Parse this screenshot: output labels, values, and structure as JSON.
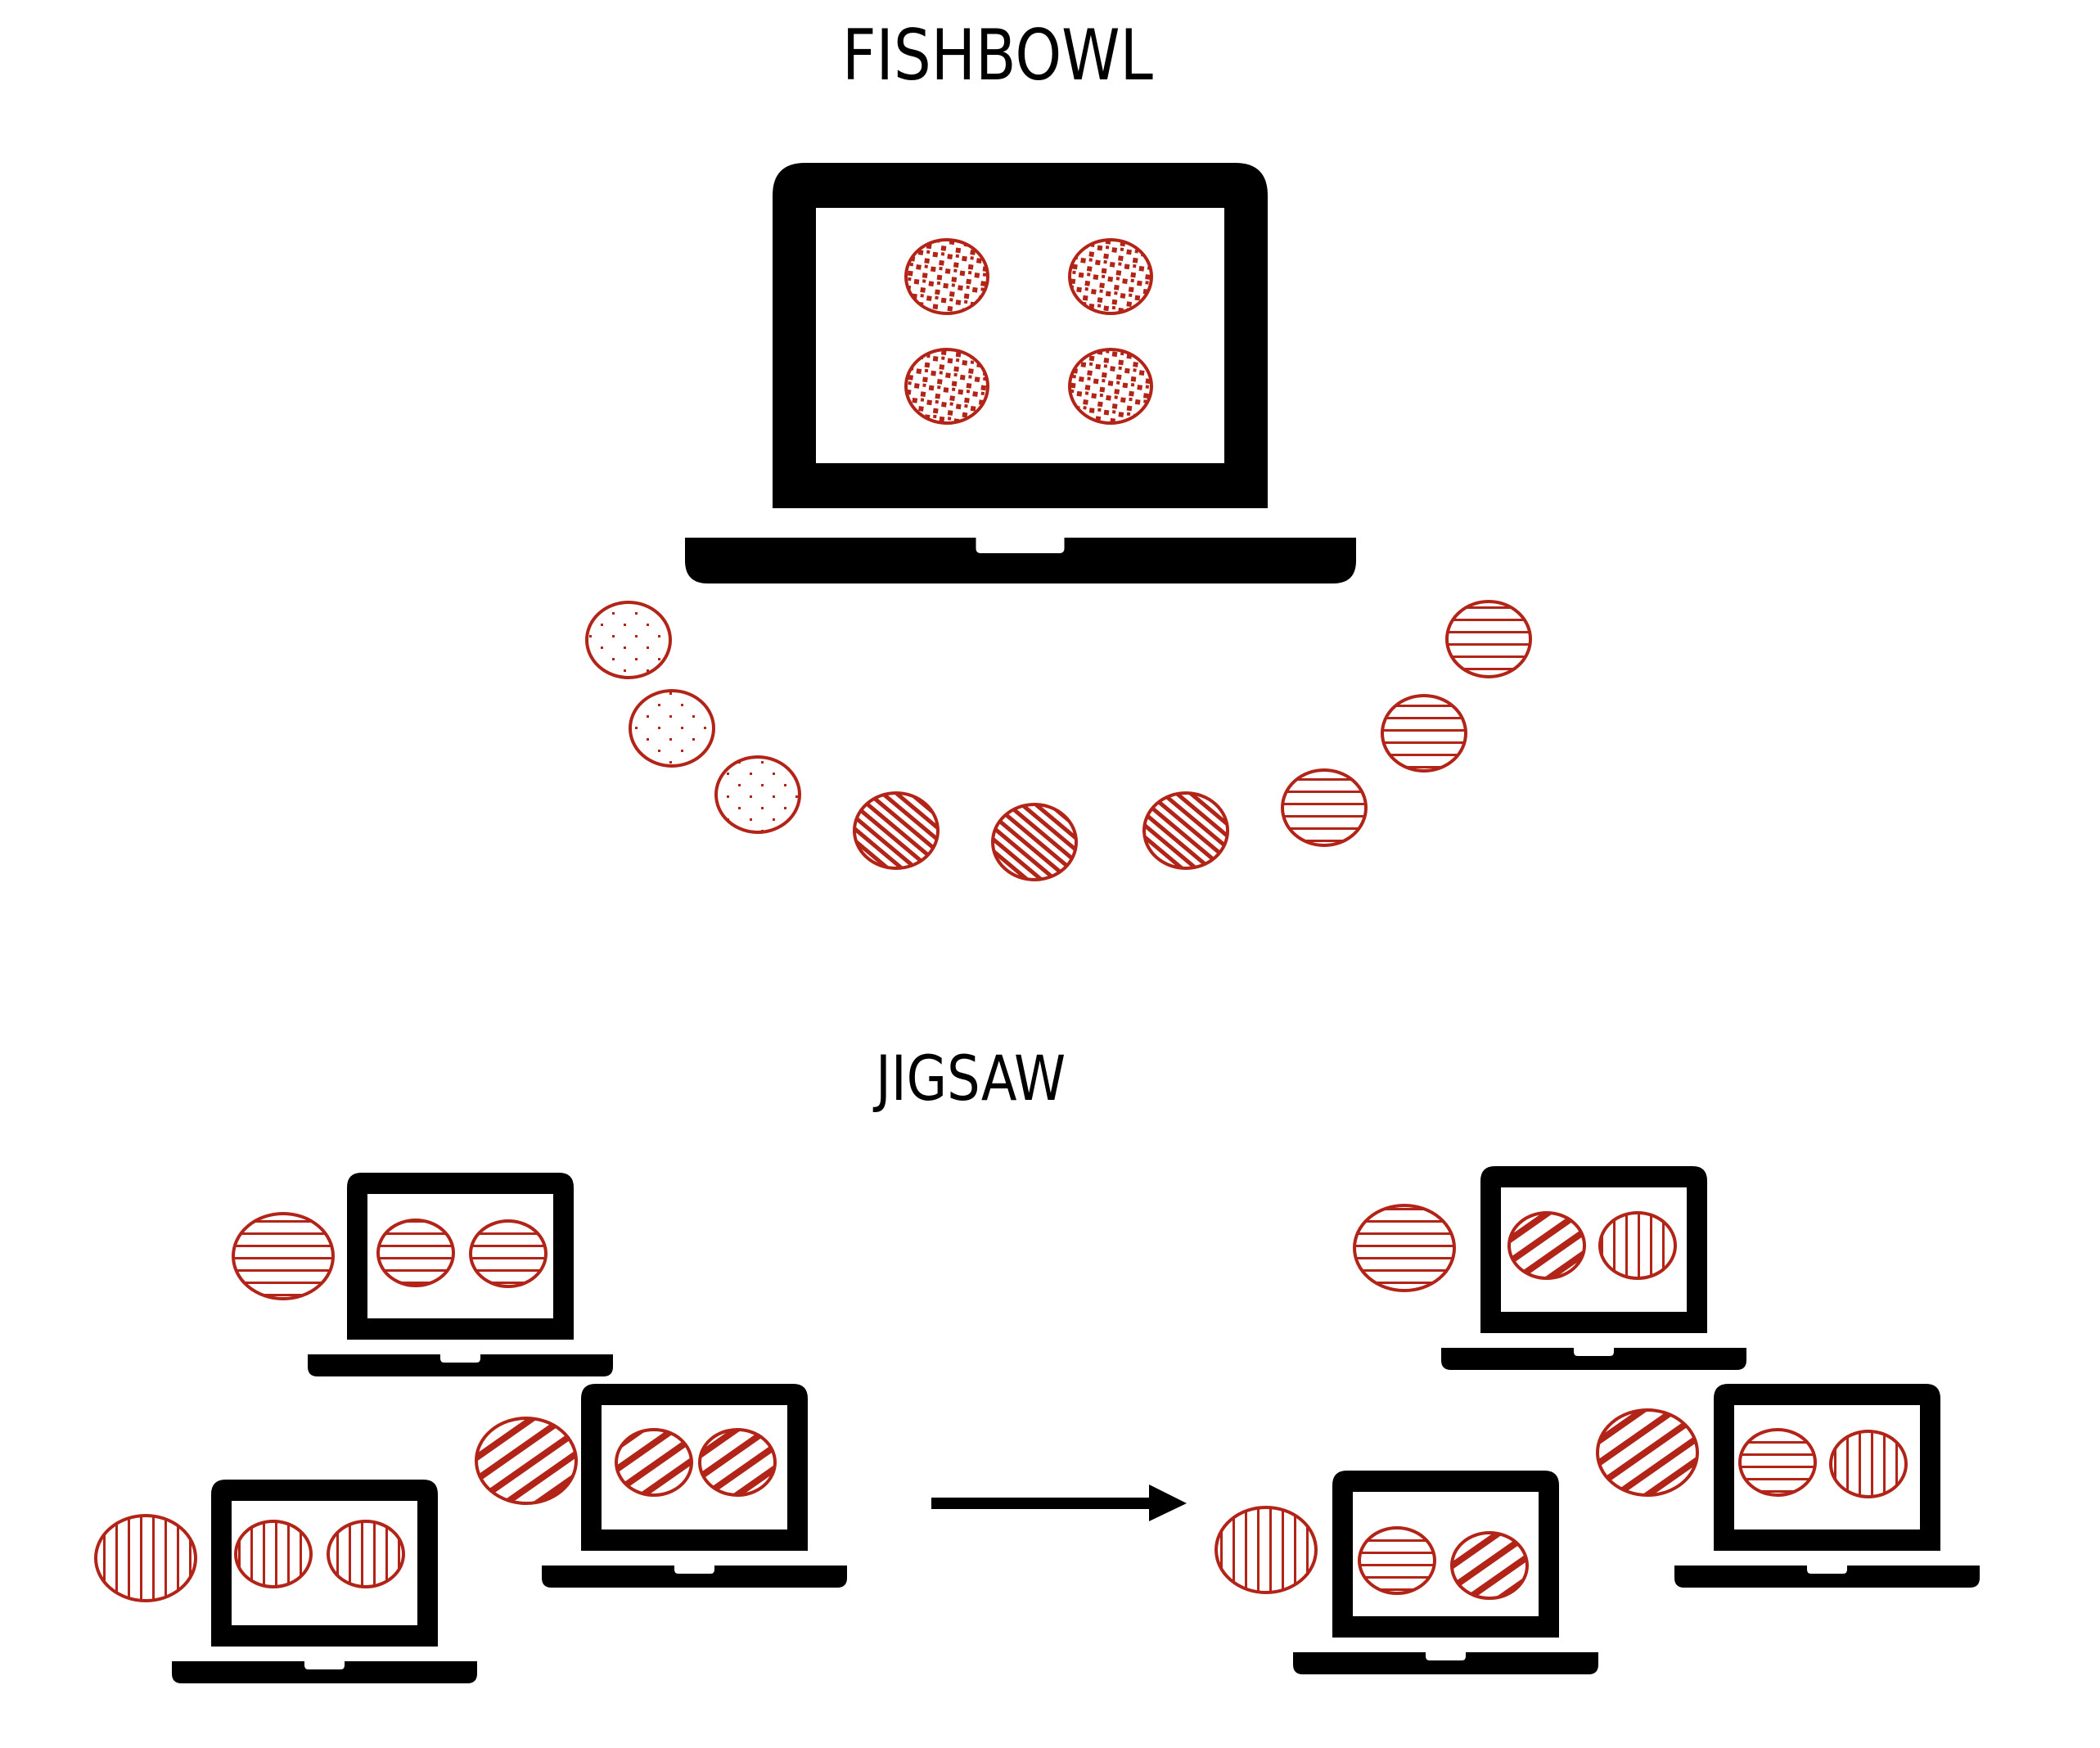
{
  "colors": {
    "ink": "#000000",
    "accent": "#B22418",
    "background": "#FFFFFF"
  },
  "fishbowl": {
    "title": "FISHBOWL",
    "center_laptop": {
      "screen_circles": [
        "checker",
        "checker",
        "checker",
        "checker"
      ]
    },
    "outer_ring": [
      "sparse-dots",
      "sparse-dots",
      "sparse-dots",
      "dense-diagonal",
      "dense-diagonal",
      "dense-diagonal",
      "horizontal",
      "horizontal",
      "horizontal"
    ]
  },
  "jigsaw": {
    "title": "JIGSAW",
    "arrow": "right-arrow",
    "before": [
      {
        "outside": "horizontal",
        "screen": [
          "horizontal",
          "horizontal"
        ]
      },
      {
        "outside": "diagonal",
        "screen": [
          "diagonal",
          "diagonal"
        ]
      },
      {
        "outside": "vertical",
        "screen": [
          "vertical",
          "vertical"
        ]
      }
    ],
    "after": [
      {
        "outside": "horizontal",
        "screen": [
          "diagonal",
          "vertical"
        ]
      },
      {
        "outside": "diagonal",
        "screen": [
          "horizontal",
          "vertical"
        ]
      },
      {
        "outside": "vertical",
        "screen": [
          "horizontal",
          "diagonal"
        ]
      }
    ]
  }
}
